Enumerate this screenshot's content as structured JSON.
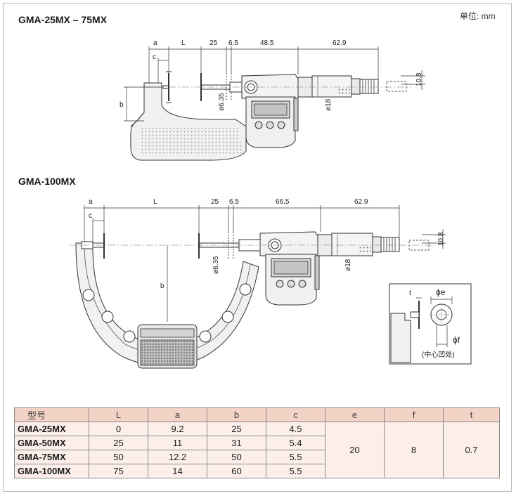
{
  "unit_label": "单位: mm",
  "diagram1": {
    "title": "GMA-25MX – 75MX",
    "dims": {
      "a": "a",
      "c": "c",
      "L": "L",
      "d25": "25",
      "d65": "6.5",
      "d485": "48.5",
      "d629": "62.9",
      "d108": "10.8",
      "b": "b",
      "phi635": "ø6.35",
      "phi18": "ø18"
    }
  },
  "diagram2": {
    "title": "GMA-100MX",
    "dims": {
      "a": "a",
      "c": "c",
      "L": "L",
      "d25": "25",
      "d65": "6.5",
      "d665": "66.5",
      "d629": "62.9",
      "d108": "10.8",
      "b": "b",
      "phi635": "ø6.35",
      "phi18": "ø18"
    }
  },
  "detail": {
    "t": "t",
    "phi_e": "ϕe",
    "phi_f": "ϕf",
    "caption": "(中心凹处)"
  },
  "table": {
    "headers": [
      "型号",
      "L",
      "a",
      "b",
      "c",
      "e",
      "f",
      "t"
    ],
    "rows": [
      {
        "model": "GMA-25MX",
        "L": "0",
        "a": "9.2",
        "b": "25",
        "c": "4.5"
      },
      {
        "model": "GMA-50MX",
        "L": "25",
        "a": "11",
        "b": "31",
        "c": "5.4"
      },
      {
        "model": "GMA-75MX",
        "L": "50",
        "a": "12.2",
        "b": "50",
        "c": "5.5"
      },
      {
        "model": "GMA-100MX",
        "L": "75",
        "a": "14",
        "b": "60",
        "c": "5.5"
      }
    ],
    "shared": {
      "e": "20",
      "f": "8",
      "t": "0.7"
    }
  }
}
